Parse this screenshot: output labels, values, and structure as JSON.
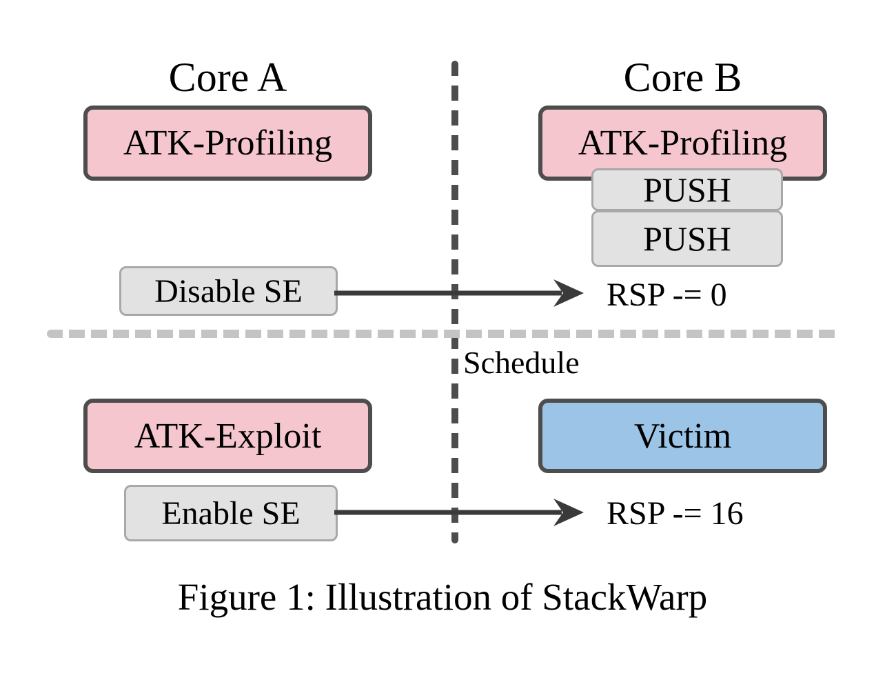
{
  "figure": {
    "caption": "Figure 1: Illustration of StackWarp",
    "columns": [
      {
        "label": "Core A"
      },
      {
        "label": "Core B"
      }
    ],
    "dividers": {
      "core_boundary": {
        "orientation": "vertical",
        "style": "dashed",
        "color": "#4d4d4d"
      },
      "time_boundary": {
        "orientation": "horizontal",
        "style": "dashed",
        "color": "#c4c4c4"
      }
    },
    "schedule_label": "Schedule",
    "phases": [
      {
        "name": "profiling-phase",
        "core_a": {
          "process": {
            "label": "ATK-Profiling",
            "fill": "#f5c6ce",
            "border": "#4d4d4d"
          },
          "action": {
            "label": "Disable SE",
            "fill": "#e2e2e2",
            "border": "#a8a8a8"
          }
        },
        "core_b": {
          "process": {
            "label": "ATK-Profiling",
            "fill": "#f5c6ce",
            "border": "#4d4d4d"
          },
          "stack_ops": [
            {
              "label": "PUSH",
              "fill": "#e2e2e2",
              "border": "#a8a8a8"
            },
            {
              "label": "PUSH",
              "fill": "#e2e2e2",
              "border": "#a8a8a8"
            }
          ],
          "rsp_annotation": "RSP -= 0"
        },
        "arrow": {
          "direction": "left-to-right",
          "color": "#3a3a3a"
        }
      },
      {
        "name": "exploit-phase",
        "core_a": {
          "process": {
            "label": "ATK-Exploit",
            "fill": "#f5c6ce",
            "border": "#4d4d4d"
          },
          "action": {
            "label": "Enable SE",
            "fill": "#e2e2e2",
            "border": "#a8a8a8"
          }
        },
        "core_b": {
          "process": {
            "label": "Victim",
            "fill": "#9bc4e7",
            "border": "#2e2e2e"
          },
          "stack_ops": [],
          "rsp_annotation": "RSP -= 16"
        },
        "arrow": {
          "direction": "left-to-right",
          "color": "#3a3a3a"
        }
      }
    ]
  }
}
